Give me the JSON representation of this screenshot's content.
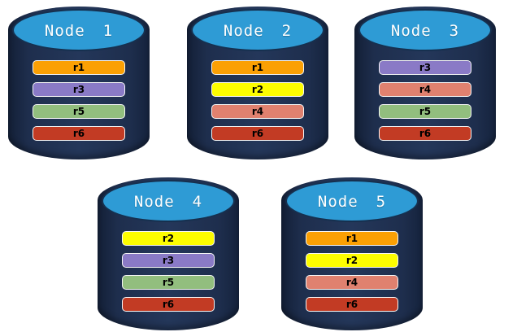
{
  "palette": {
    "body_navy": "#1F2F4E",
    "body_edge_dark": "#15233D",
    "top_ellipse_blue": "#2E9BD5",
    "top_ellipse_border": "#16304F",
    "bar_border_white": "#F5F5F5",
    "title_text": "#FFFFFF",
    "bar_text": "#000000",
    "replica_colors": {
      "r1": "#FBA004",
      "r2": "#FDFD00",
      "r3": "#8A7AC6",
      "r4": "#E0816F",
      "r5": "#92BE7E",
      "r6": "#C23B24"
    }
  },
  "nodes": [
    {
      "title": "Node 1",
      "replicas": [
        {
          "label": "r1",
          "color": "#FBA004"
        },
        {
          "label": "r3",
          "color": "#8A7AC6"
        },
        {
          "label": "r5",
          "color": "#92BE7E"
        },
        {
          "label": "r6",
          "color": "#C23B24"
        }
      ]
    },
    {
      "title": "Node 2",
      "replicas": [
        {
          "label": "r1",
          "color": "#FBA004"
        },
        {
          "label": "r2",
          "color": "#FDFD00"
        },
        {
          "label": "r4",
          "color": "#E0816F"
        },
        {
          "label": "r6",
          "color": "#C23B24"
        }
      ]
    },
    {
      "title": "Node 3",
      "replicas": [
        {
          "label": "r3",
          "color": "#8A7AC6"
        },
        {
          "label": "r4",
          "color": "#E0816F"
        },
        {
          "label": "r5",
          "color": "#92BE7E"
        },
        {
          "label": "r6",
          "color": "#C23B24"
        }
      ]
    },
    {
      "title": "Node 4",
      "replicas": [
        {
          "label": "r2",
          "color": "#FDFD00"
        },
        {
          "label": "r3",
          "color": "#8A7AC6"
        },
        {
          "label": "r5",
          "color": "#92BE7E"
        },
        {
          "label": "r6",
          "color": "#C23B24"
        }
      ]
    },
    {
      "title": "Node 5",
      "replicas": [
        {
          "label": "r1",
          "color": "#FBA004"
        },
        {
          "label": "r2",
          "color": "#FDFD00"
        },
        {
          "label": "r4",
          "color": "#E0816F"
        },
        {
          "label": "r6",
          "color": "#C23B24"
        }
      ]
    }
  ]
}
